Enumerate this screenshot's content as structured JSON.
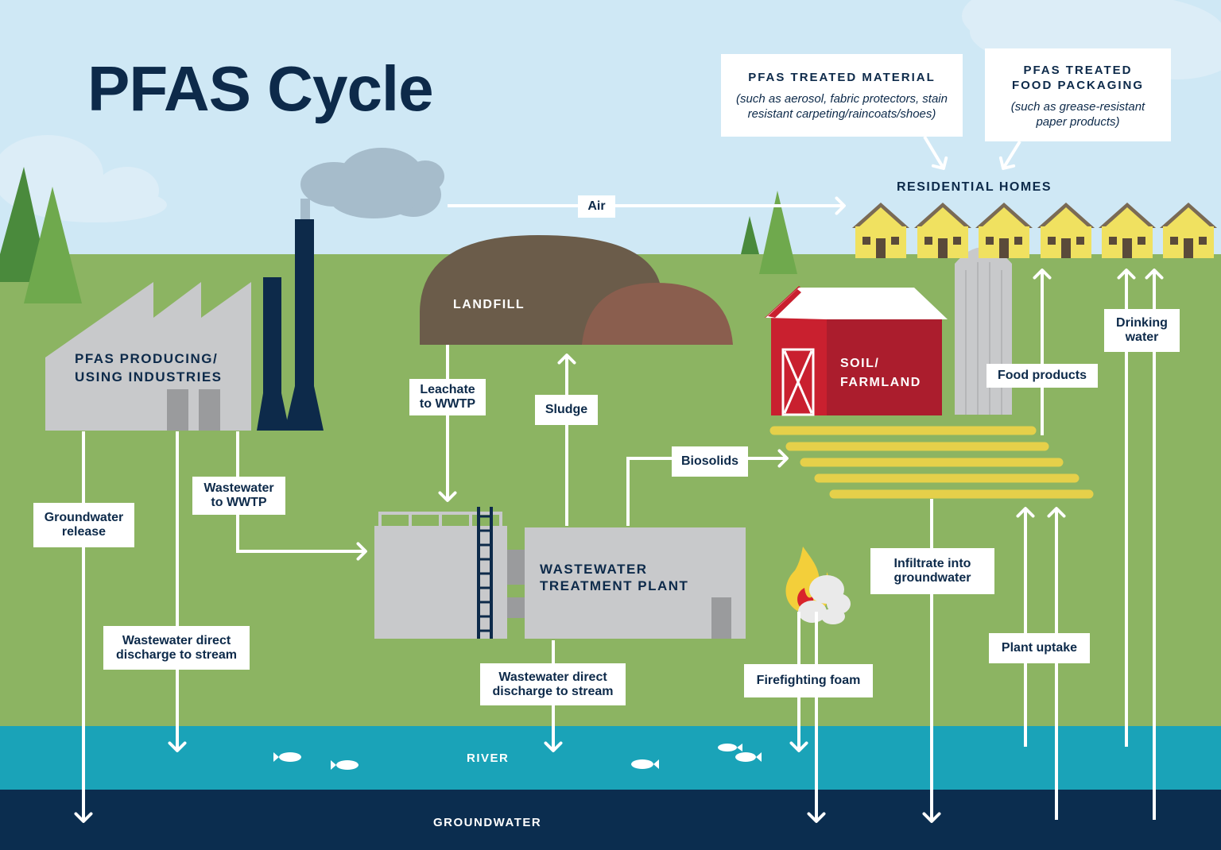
{
  "title": "PFAS Cycle",
  "colors": {
    "sky": "#cfe8f5",
    "grass": "#8cb462",
    "river": "#1aa3b8",
    "groundwater": "#0b2d4f",
    "navy": "#0d2a4a",
    "factory": "#c8c9cb",
    "barn_red": "#c9202f",
    "landfill_dark": "#6b5c4a",
    "landfill_light": "#8a5e4e",
    "field_yellow": "#e5d04a",
    "house_yellow": "#f0e160"
  },
  "notes": {
    "material_title": "PFAS TREATED MATERIAL",
    "material_sub": "(such as aerosol, fabric protectors, stain resistant carpeting/raincoats/shoes)",
    "packaging_title": "PFAS TREATED FOOD PACKAGING",
    "packaging_sub": "(such as grease-resistant paper products)"
  },
  "places": {
    "residential": "RESIDENTIAL HOMES",
    "industry": "PFAS PRODUCING/ USING INDUSTRIES",
    "landfill": "LANDFILL",
    "farmland": "SOIL/ FARMLAND",
    "wwtp": "WASTEWATER TREATMENT PLANT",
    "river": "RIVER",
    "groundwater": "GROUNDWATER"
  },
  "flows": {
    "air": "Air",
    "leachate": "Leachate to WWTP",
    "sludge": "Sludge",
    "biosolids": "Biosolids",
    "wastewater_wwtp": "Wastewater to WWTP",
    "groundwater_release": "Groundwater release",
    "ww_direct_industry": "Wastewater direct discharge to stream",
    "ww_direct_plant": "Wastewater direct discharge to stream",
    "firefighting": "Firefighting foam",
    "infiltrate": "Infiltrate into groundwater",
    "plant_uptake": "Plant uptake",
    "food_products": "Food products",
    "drinking": "Drinking water"
  }
}
